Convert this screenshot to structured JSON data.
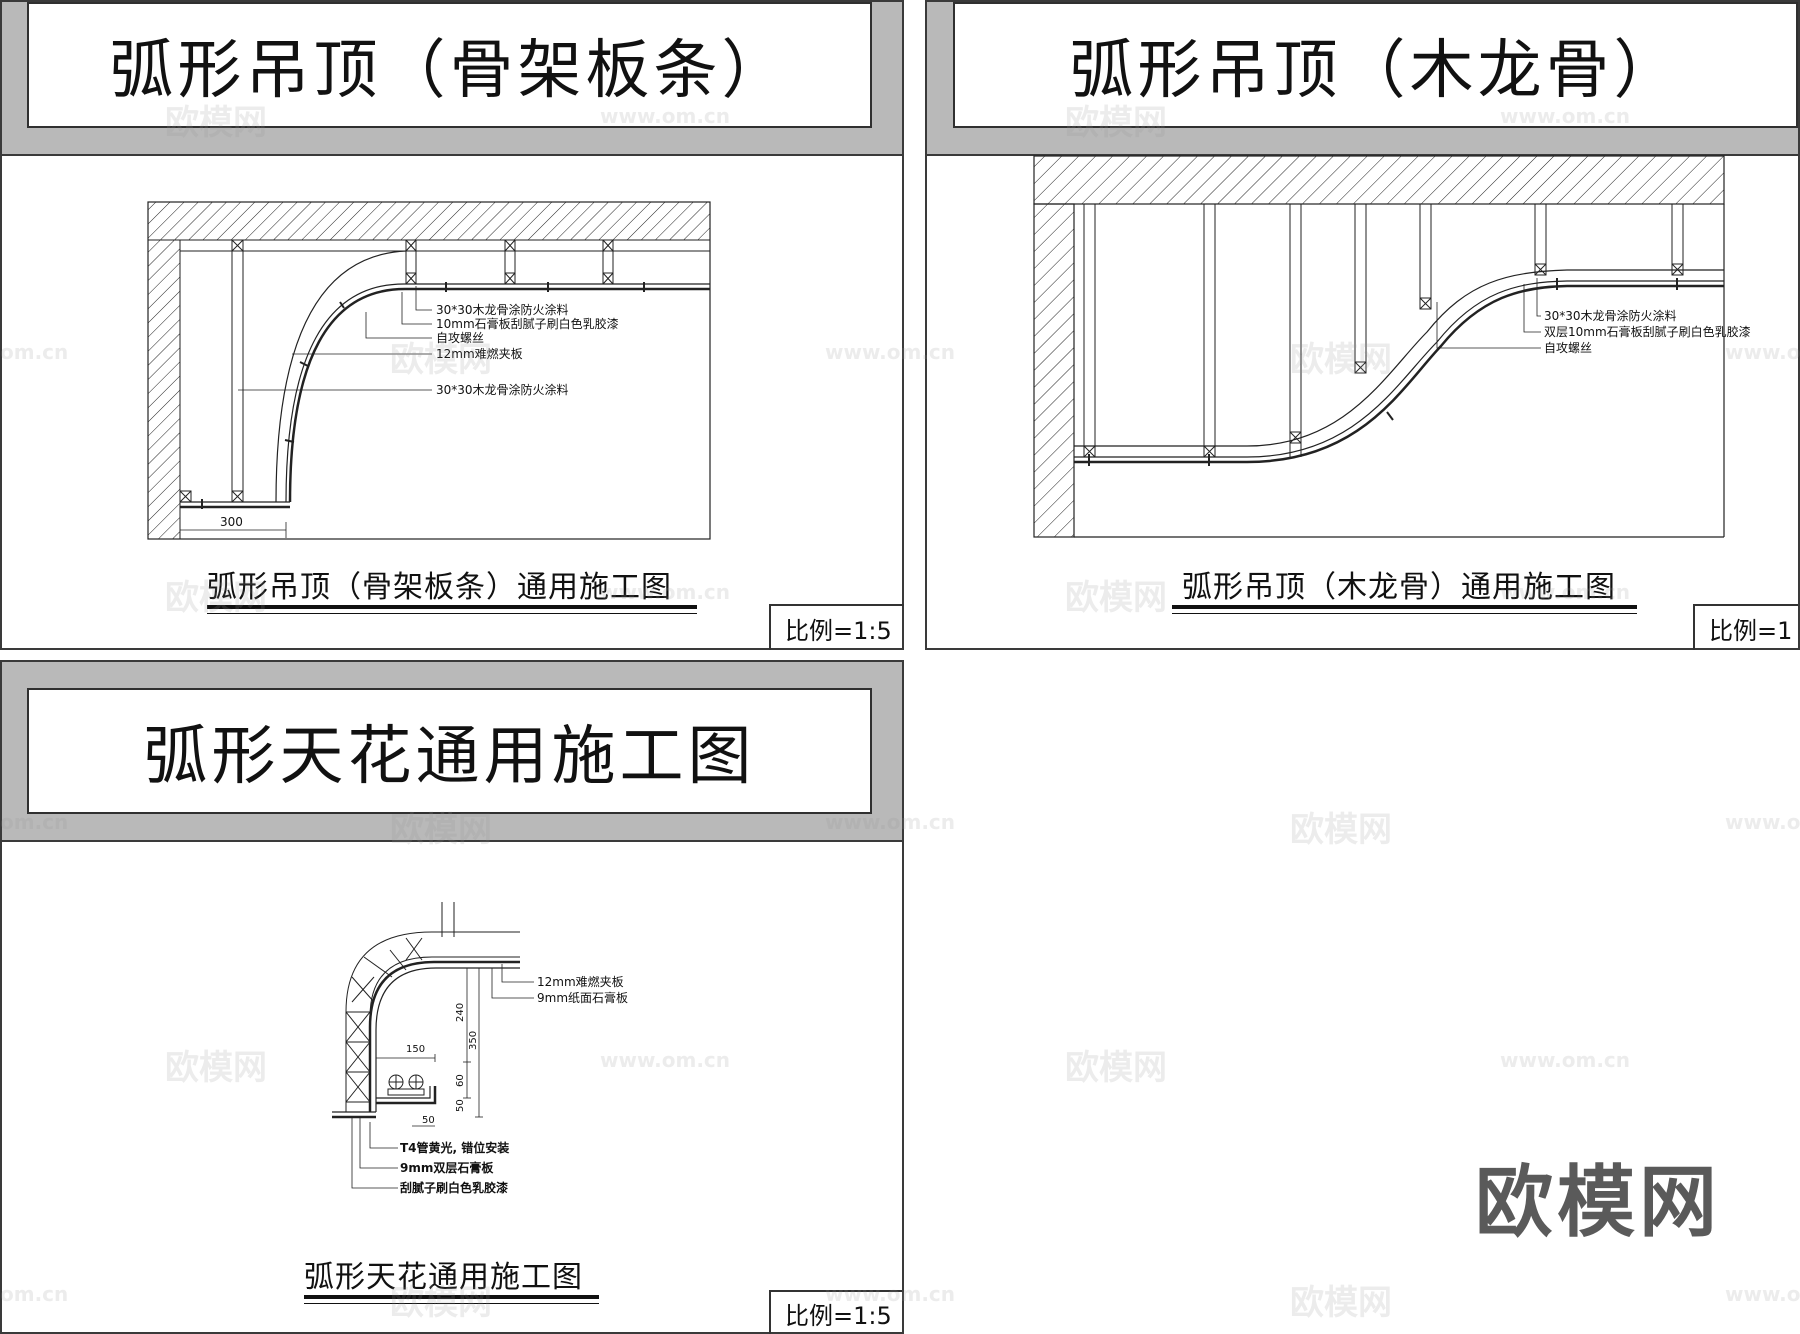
{
  "panels": [
    {
      "title": "弧形吊顶（骨架板条）",
      "caption": "弧形吊顶（骨架板条）通用施工图",
      "scale": "比例=1:5",
      "labels": [
        "30*30木龙骨涂防火涂料",
        "10mm石膏板刮腻子刷白色乳胶漆",
        "自攻螺丝",
        "12mm难燃夹板",
        "30*30木龙骨涂防火涂料"
      ],
      "dimension": "300"
    },
    {
      "title": "弧形吊顶（木龙骨）",
      "caption": "弧形吊顶（木龙骨）通用施工图",
      "scale": "比例=1",
      "labels": [
        "30*30木龙骨涂防火涂料",
        "双层10mm石膏板刮腻子刷白色乳胶漆",
        "自攻螺丝"
      ]
    },
    {
      "title": "弧形天花通用施工图",
      "caption": "弧形天花通用施工图",
      "scale": "比例=1:5",
      "labels": [
        "12mm难燃夹板",
        "9mm纸面石膏板",
        "T4管黄光, 错位安装",
        "9mm双层石膏板",
        "刮腻子刷白色乳胶漆"
      ],
      "dimensions": [
        "150",
        "240",
        "350",
        "60",
        "50",
        "50"
      ]
    }
  ],
  "watermark": {
    "brand": "欧模网",
    "url": "www.om.cn",
    "url_fragment": "om.cn"
  },
  "brand_logo": "欧模网"
}
